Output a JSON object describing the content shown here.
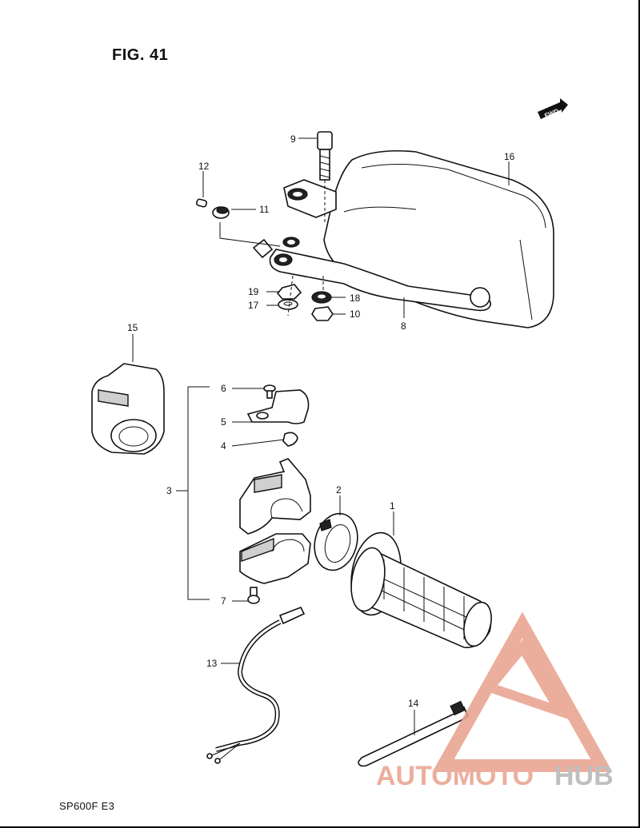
{
  "figure": {
    "title": "FIG. 41",
    "model": "SP600F  E3",
    "direction_label": "FWD"
  },
  "callouts": [
    {
      "id": "1",
      "part": "grip"
    },
    {
      "id": "2",
      "part": "throttle-drum"
    },
    {
      "id": "3",
      "part": "throttle-housing-assembly"
    },
    {
      "id": "4",
      "part": "cable-clip"
    },
    {
      "id": "5",
      "part": "cover-plate"
    },
    {
      "id": "6",
      "part": "screw"
    },
    {
      "id": "7",
      "part": "screw"
    },
    {
      "id": "8",
      "part": "handguard-bracket"
    },
    {
      "id": "9",
      "part": "bolt"
    },
    {
      "id": "10",
      "part": "nut"
    },
    {
      "id": "11",
      "part": "spacer"
    },
    {
      "id": "12",
      "part": "pin"
    },
    {
      "id": "13",
      "part": "wire-lead"
    },
    {
      "id": "14",
      "part": "cable-tie"
    },
    {
      "id": "15",
      "part": "switch-cover"
    },
    {
      "id": "16",
      "part": "handguard"
    },
    {
      "id": "17",
      "part": "washer"
    },
    {
      "id": "18",
      "part": "washer"
    },
    {
      "id": "19",
      "part": "nut"
    }
  ],
  "watermark": {
    "brand_part1": "AUTOMOTO",
    "brand_part2": "HUB",
    "color_primary": "#e8a08c",
    "color_secondary": "#b5b5b5"
  }
}
